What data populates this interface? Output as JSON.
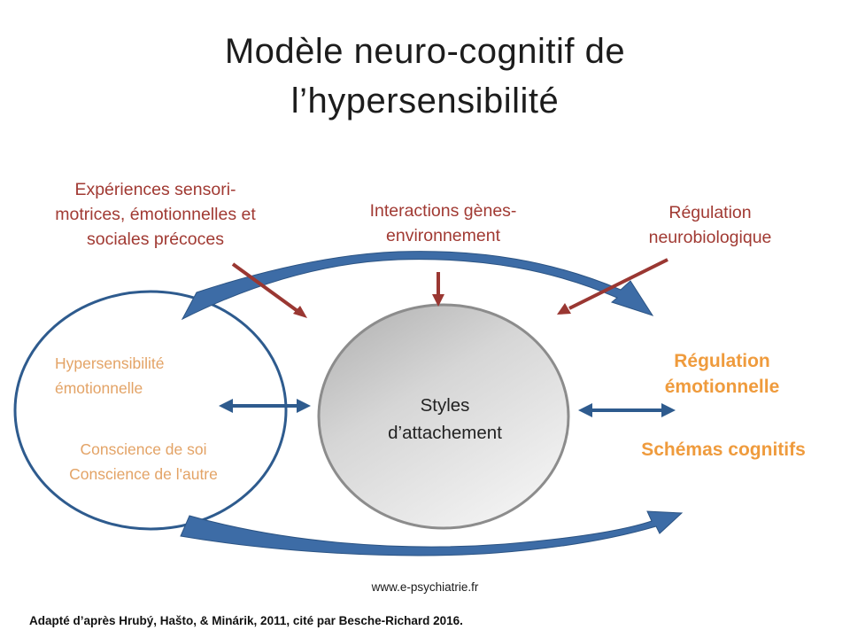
{
  "title": {
    "line1": "Modèle neuro-cognitif de",
    "line2": "l’hypersensibilité"
  },
  "labels": {
    "experiences": {
      "line1": "Expériences sensori-",
      "line2": "motrices, émotionnelles et",
      "line3": "sociales précoces"
    },
    "interactions": {
      "line1": "Interactions gènes-",
      "line2": "environnement"
    },
    "regulation_neurobiologique": {
      "line1": "Régulation",
      "line2": "neurobiologique"
    },
    "hypersensibilite": {
      "line1": "Hypersensibilité",
      "line2": "émotionnelle"
    },
    "conscience": {
      "line1": "Conscience de soi",
      "line2": "Conscience de l'autre"
    },
    "styles_attachement": {
      "line1": "Styles",
      "line2": "d’attachement"
    },
    "regulation_emotionnelle": {
      "line1": "Régulation",
      "line2": "émotionnelle"
    },
    "schemas_cognitifs": "Schémas cognitifs"
  },
  "footer": {
    "website": "www.e-psychiatrie.fr",
    "citation": "Adapté d’après Hrubý, Hašto, & Minárik, 2011,  cité par Besche-Richard 2016."
  },
  "colors": {
    "red_text_and_arrows": "#a13a33",
    "orange_light": "#e3a366",
    "orange_bold": "#ef9b3d",
    "blue_shapes": "#3d6ca6",
    "blue_dark_stroke": "#2e5b8e",
    "ellipse_fill_dark": "#b0b0b0",
    "ellipse_fill_light": "#f1f1f1",
    "ellipse_stroke": "#8c8c8c"
  }
}
